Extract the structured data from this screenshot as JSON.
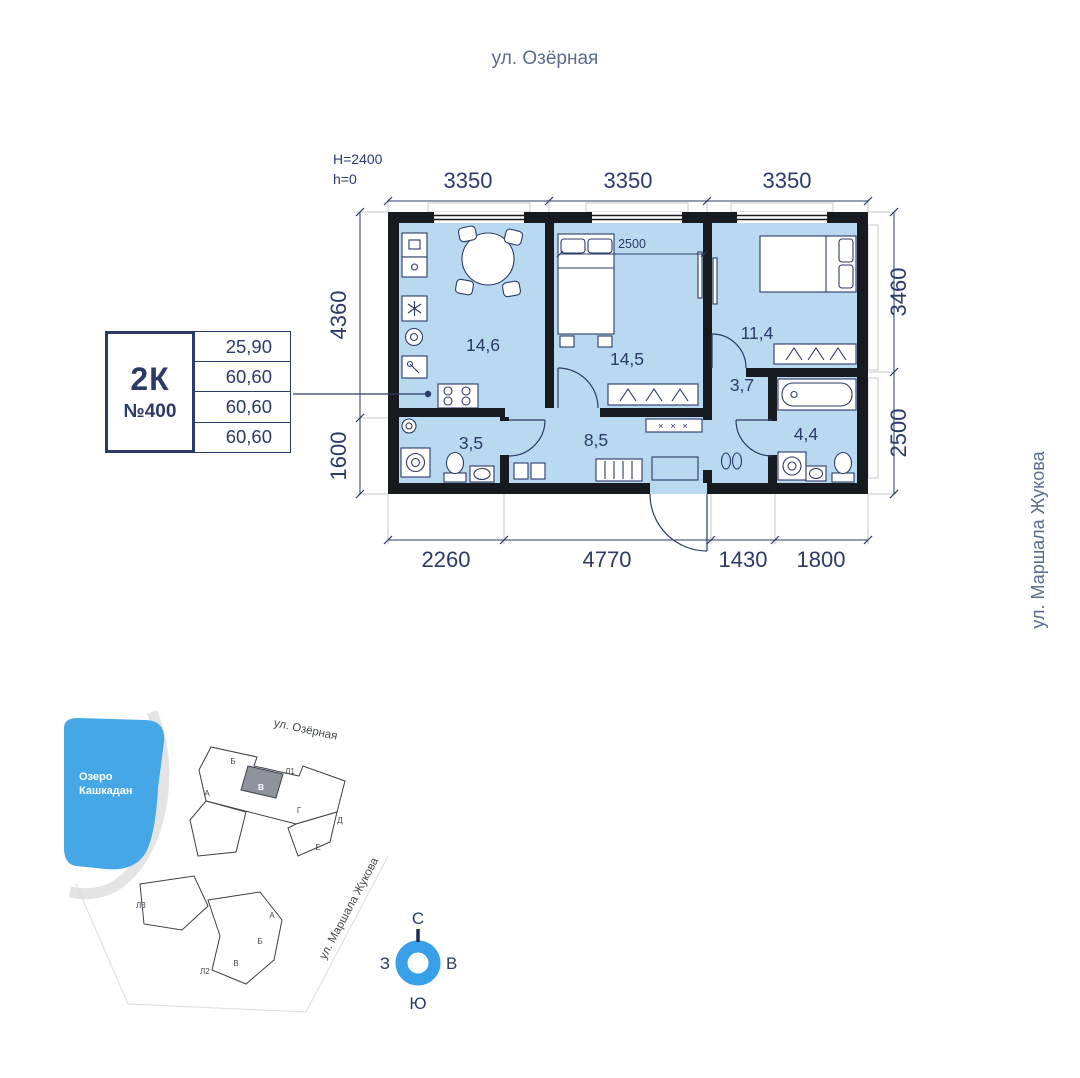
{
  "streets": {
    "top": "ул. Озёрная",
    "right": "ул. Маршала Жукова"
  },
  "plan": {
    "height_marks": {
      "line1": "H=2400",
      "line2": "h=0"
    },
    "dims": {
      "top": [
        "3350",
        "3350",
        "3350"
      ],
      "left": [
        "4360",
        "1600"
      ],
      "right": [
        "3460",
        "2500"
      ],
      "bottom": [
        "2260",
        "4770",
        "1430",
        "1800"
      ],
      "inner_bedroom": "2500"
    },
    "areas": {
      "kitchen_living": "14,6",
      "bedroom_1": "14,5",
      "bedroom_2": "11,4",
      "hall": "3,7",
      "corridor": "8,5",
      "bathroom_small": "3,5",
      "bathroom_large": "4,4"
    },
    "closet_marks": "× × ×"
  },
  "info_card": {
    "type": "2К",
    "number": "№400",
    "rows": [
      "25,90",
      "60,60",
      "60,60",
      "60,60"
    ]
  },
  "site_plan": {
    "lake": {
      "line1": "Озеро",
      "line2": "Кашкадан"
    },
    "street_top": "ул. Озёрная",
    "street_right": "ул. Маршала Жукова",
    "buildings": {
      "b1": {
        "l1": "Л1",
        "a": "А",
        "b": "Б",
        "v": "В",
        "g": "Г",
        "d": "Д",
        "e": "Е"
      },
      "b2": {
        "name": "Л2",
        "a": "А",
        "b": "Б",
        "v": "В"
      },
      "b3": {
        "name": "Л3"
      }
    }
  },
  "compass": {
    "north": "С",
    "east": "В",
    "south": "Ю",
    "west": "З"
  },
  "colors": {
    "room_fill": "#b9d9f1",
    "wall": "#171a1f",
    "navy": "#2b3a67",
    "street": "#5c6b8c",
    "lake": "#45a7e6",
    "compass_ring": "#38a0e8"
  }
}
